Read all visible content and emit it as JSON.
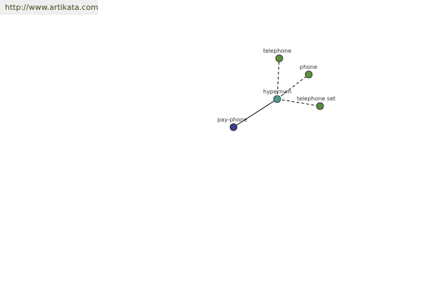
{
  "header": {
    "url": "http://www.artikata.com"
  },
  "colors": {
    "center_node": "#4f9a94",
    "related_node": "#5b8f3b",
    "hyponym_node": "#3c3f8f",
    "node_stroke": "#222222",
    "edge": "#000000"
  },
  "graph": {
    "center": {
      "id": "hypernym",
      "label": "hypernym",
      "role": "center"
    },
    "nodes": [
      {
        "id": "telephone",
        "label": "telephone",
        "role": "related",
        "edge": "dashed"
      },
      {
        "id": "phone",
        "label": "phone",
        "role": "related",
        "edge": "dashed"
      },
      {
        "id": "telephone-set",
        "label": "telephone set",
        "role": "related",
        "edge": "dashed"
      },
      {
        "id": "pay-phone",
        "label": "pay-phone",
        "role": "hyponym",
        "edge": "solid"
      }
    ]
  }
}
